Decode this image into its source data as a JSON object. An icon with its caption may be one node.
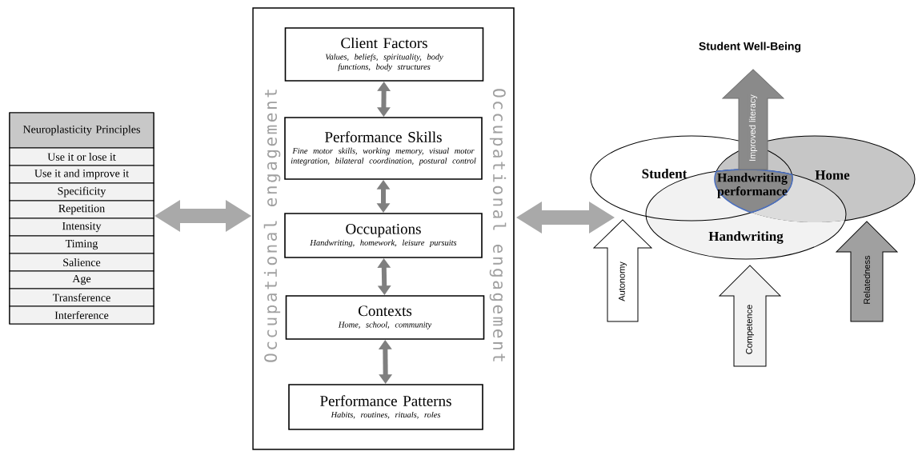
{
  "diagram": {
    "nodes": [
      {
        "text": [
          "Neuroplasticity Principles"
        ]
      },
      {
        "text": [
          "Use it or lose it"
        ],
        "in": 0
      },
      {
        "text": [
          "Use it and improve it"
        ],
        "in": 0
      },
      {
        "text": [
          "Specificity"
        ],
        "in": 0
      },
      {
        "text": [
          "Repetition"
        ],
        "in": 0
      },
      {
        "text": [
          "Intensity"
        ],
        "in": 0
      },
      {
        "text": [
          "Timing"
        ],
        "in": 0
      },
      {
        "text": [
          "Salience"
        ],
        "in": 0
      },
      {
        "text": [
          "Age"
        ],
        "in": 0
      },
      {
        "text": [
          "Transference"
        ],
        "in": 0
      },
      {
        "text": [
          "Interference"
        ],
        "in": 0
      },
      {
        "text": [
          "Occupational engagement",
          "Occupational engagement"
        ]
      },
      {
        "text": [
          "Client Factors",
          "Values, beliefs, spirituality, body functions, body structures"
        ],
        "in": 11
      },
      {
        "text": [
          "Performance Skills",
          "Fine motor skills, working memory, visual motor integration, bilateral coordination, postural control"
        ],
        "in": 11
      },
      {
        "text": [
          "Occupations",
          "Handwriting, homework, leisure pursuits"
        ],
        "in": 11
      },
      {
        "text": [
          "Contexts",
          "Home, school, community"
        ],
        "in": 11
      },
      {
        "text": [
          "Performance Patterns",
          "Habits, routines, rituals, roles"
        ],
        "in": 11
      },
      {
        "text": [
          "Student"
        ]
      },
      {
        "text": [
          "Home"
        ]
      },
      {
        "text": [
          "Handwriting"
        ]
      },
      {
        "text": [
          "Handwriting performance"
        ]
      },
      {
        "text": [
          "Student Well-Being"
        ]
      }
    ],
    "edges": [
      {
        "from": 0,
        "to": 11,
        "arrow": "both",
        "color": "#a9a9a9"
      },
      {
        "from": 12,
        "to": 13,
        "arrow": "both"
      },
      {
        "from": 13,
        "to": 14,
        "arrow": "both"
      },
      {
        "from": 14,
        "to": 15,
        "arrow": "both"
      },
      {
        "from": 15,
        "to": 16,
        "arrow": "both"
      },
      {
        "from": 11,
        "to": 17,
        "arrow": "both",
        "color": "#a9a9a9"
      },
      {
        "from": 20,
        "to": 21,
        "arrow": "to",
        "label": "Improved literacy",
        "color": "#8a8a8a"
      },
      {
        "from": null,
        "to": 17,
        "arrow": "to",
        "label": "Autonomy",
        "color": "#ffffff"
      },
      {
        "from": null,
        "to": 19,
        "arrow": "to",
        "label": "Competence",
        "color": "#f2f2f2"
      },
      {
        "from": null,
        "to": 18,
        "arrow": "to",
        "label": "Relatedness",
        "color": "#a0a0a0"
      }
    ]
  }
}
